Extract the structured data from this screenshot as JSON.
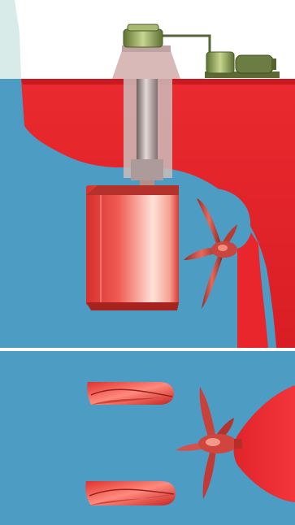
{
  "colors": {
    "water": "#4d9cc4",
    "sky": "#ffffff",
    "hull": "#e8262c",
    "hull_dark": "#c81b21",
    "rudder_light": "#ffd9cf",
    "rudder_mid": "#ee4b45",
    "shaft": "#b9aaa9",
    "shaft_dark": "#7d6d6c",
    "steering_gear": "#8ea14f",
    "motor": "#7d8c52",
    "divider": "#ffffff"
  },
  "panels": [
    {
      "view": "side-view"
    },
    {
      "view": "top-view"
    }
  ],
  "components": [
    {
      "name": "steering-gear"
    },
    {
      "name": "hydraulic-power-unit"
    },
    {
      "name": "rudder-stock"
    },
    {
      "name": "rudder"
    },
    {
      "name": "propeller"
    },
    {
      "name": "hull"
    }
  ]
}
